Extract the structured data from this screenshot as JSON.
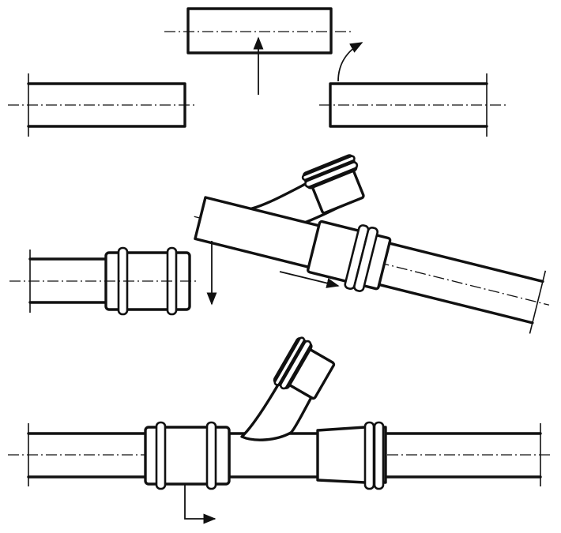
{
  "diagram": {
    "steps": [
      {
        "name": "cut-pipe-section",
        "action": "remove-section"
      },
      {
        "name": "fit-couplings-and-tee",
        "action": "slide-and-rotate"
      },
      {
        "name": "assembled-repair",
        "action": "final-position"
      }
    ],
    "colors": {
      "line": "#111111",
      "background": "#ffffff"
    }
  }
}
